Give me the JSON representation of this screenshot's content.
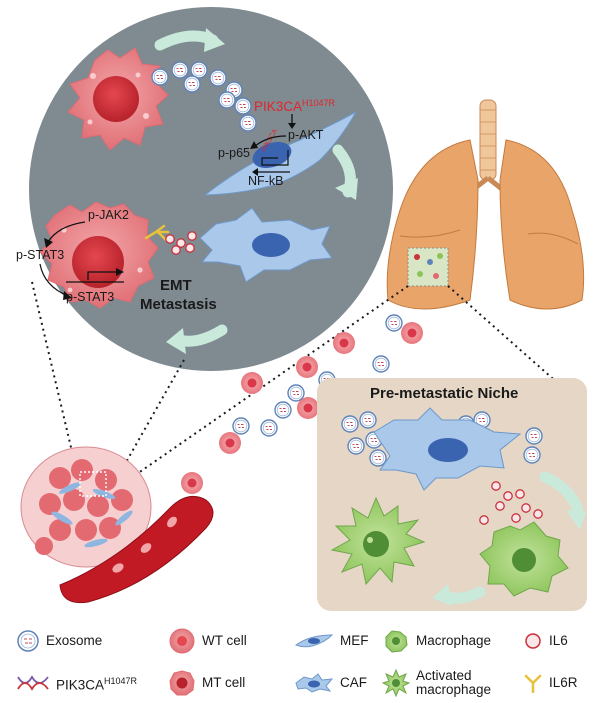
{
  "circle_panel": {
    "mutation_label": "PIK3CA",
    "mutation_sup": "H1047R",
    "p_akt": "p-AKT",
    "p_p65": "p-p65",
    "nfkb": "NF-kB",
    "p_jak2": "p-JAK2",
    "p_stat3_a": "p-STAT3",
    "p_stat3_b": "p-STAT3",
    "emt": "EMT",
    "metastasis": "Metastasis"
  },
  "niche": {
    "title": "Pre-metastatic Niche"
  },
  "legend": {
    "exosome": "Exosome",
    "wt_cell": "WT cell",
    "mef": "MEF",
    "macrophage": "Macrophage",
    "il6": "IL6",
    "pik3ca": "PIK3CA",
    "pik3ca_sup": "H1047R",
    "mt_cell": "MT cell",
    "caf": "CAF",
    "activated_macrophage_1": "Activated",
    "activated_macrophage_2": "macrophage",
    "il6r": "IL6R"
  },
  "colors": {
    "circle_bg": "#7f8a91",
    "niche_bg": "#e5d6c6",
    "tumor_pink": "#e87a7f",
    "nucleus_red": "#c9323b",
    "caf_blue": "#8fb6e0",
    "lung_orange": "#e9a46a",
    "macrophage_green": "#9fcf6e",
    "arrow_mint": "#c9eadb",
    "mutation_red": "#e0262b",
    "il6r_yellow": "#e8c23a"
  }
}
